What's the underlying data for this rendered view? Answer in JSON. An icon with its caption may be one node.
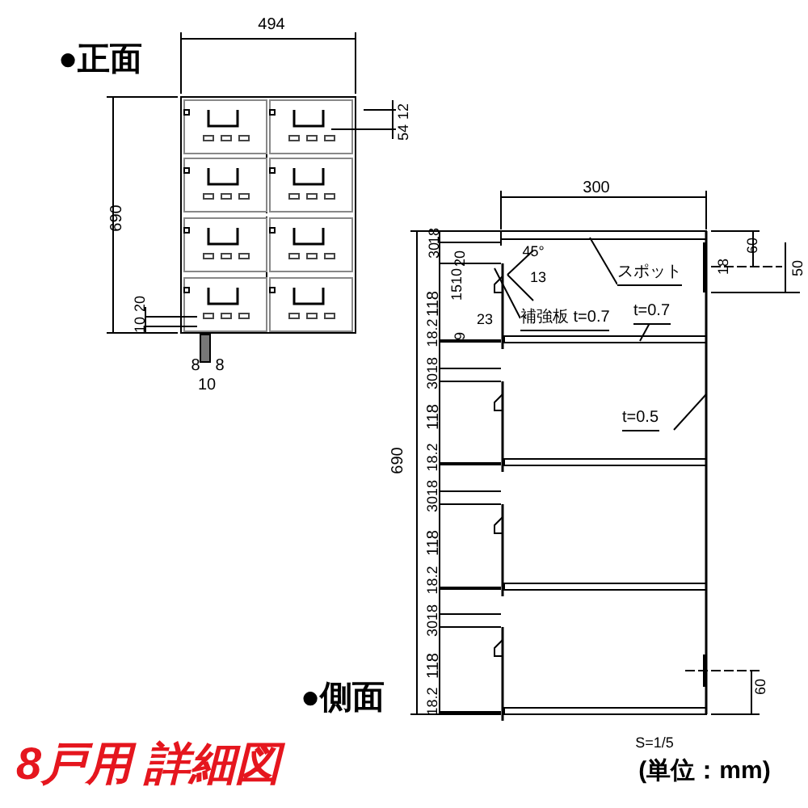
{
  "diagram": {
    "title": "8戸用 詳細図",
    "nodes": [
      {
        "text": [
          "スポット"
        ]
      },
      {
        "text": [
          "補強板 t=0.7"
        ]
      },
      {
        "text": [
          "t=0.7"
        ]
      },
      {
        "text": [
          "t=0.5"
        ]
      }
    ],
    "edges": [
      {
        "from": 0,
        "to": null,
        "arrow": "none"
      },
      {
        "from": 1,
        "to": null,
        "arrow": "none"
      },
      {
        "from": 2,
        "to": null,
        "arrow": "none"
      },
      {
        "from": 3,
        "to": null,
        "arrow": "none"
      }
    ],
    "labels": [
      "●正面",
      "494",
      "690",
      "12",
      "54",
      "20",
      "10",
      "8",
      "8",
      "10",
      "300",
      "18",
      "30",
      "20",
      "10",
      "15",
      "45°",
      "13",
      "60",
      "18",
      "50",
      "118",
      "23",
      "9",
      "18.2",
      "18",
      "30",
      "118",
      "690",
      "18.2",
      "18",
      "30",
      "118",
      "18.2",
      "18",
      "30",
      "118",
      "18.2",
      "60",
      "●側面",
      "S=1/5",
      "(単位：mm)"
    ]
  }
}
